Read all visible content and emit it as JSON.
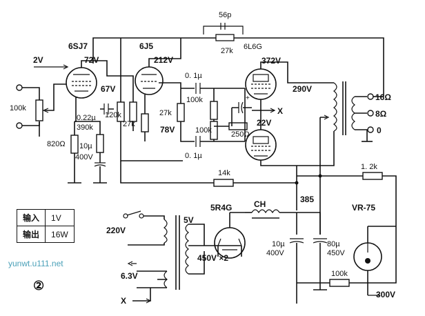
{
  "tubes": {
    "v1": "6SJ7",
    "v2": "6J5",
    "v3": "6L6G",
    "rect": "5R4G",
    "vr": "VR-75"
  },
  "voltages": {
    "in": "2V",
    "v1_plate": "72V",
    "v1_screen": "67V",
    "v2_plate": "212V",
    "v2_cath": "78V",
    "v3_plate": "372V",
    "v3_screen": "290V",
    "v3_cath": "22V",
    "b_plus": "385",
    "reg": "300V",
    "heater": "6.3V"
  },
  "components": {
    "r_fb": "56p",
    "r_fb2": "27k",
    "pot": "100k",
    "c_coup": "0.22µ",
    "r_390": "390k",
    "r_820": "820Ω",
    "c_10": "10µ",
    "c_10v": "400V",
    "r_120": "120k",
    "r_27a": "27k",
    "r_27b": "27k",
    "c_01a": "0. 1µ",
    "c_01b": "0. 1µ",
    "r_100a": "100k",
    "r_100b": "100k",
    "r_250": "250Ω",
    "x_node": "X",
    "r_14": "14k",
    "r_1_2": "1. 2k",
    "ch": "CH",
    "tx_5v": "5V",
    "mains": "220V",
    "dual": "450V ×2",
    "c1_val": "10µ",
    "c1_v": "400V",
    "c2_val": "80µ",
    "c2_v": "450V",
    "r_100c": "100k",
    "x_low": "X",
    "out16": "16Ω",
    "out8": "8Ω",
    "out0": "0"
  },
  "spec_table": {
    "rows": [
      {
        "key": "输入",
        "val": "1V"
      },
      {
        "key": "输出",
        "val": "16W"
      }
    ]
  },
  "watermark": "yunwt.u111.net",
  "figure_no": "②"
}
